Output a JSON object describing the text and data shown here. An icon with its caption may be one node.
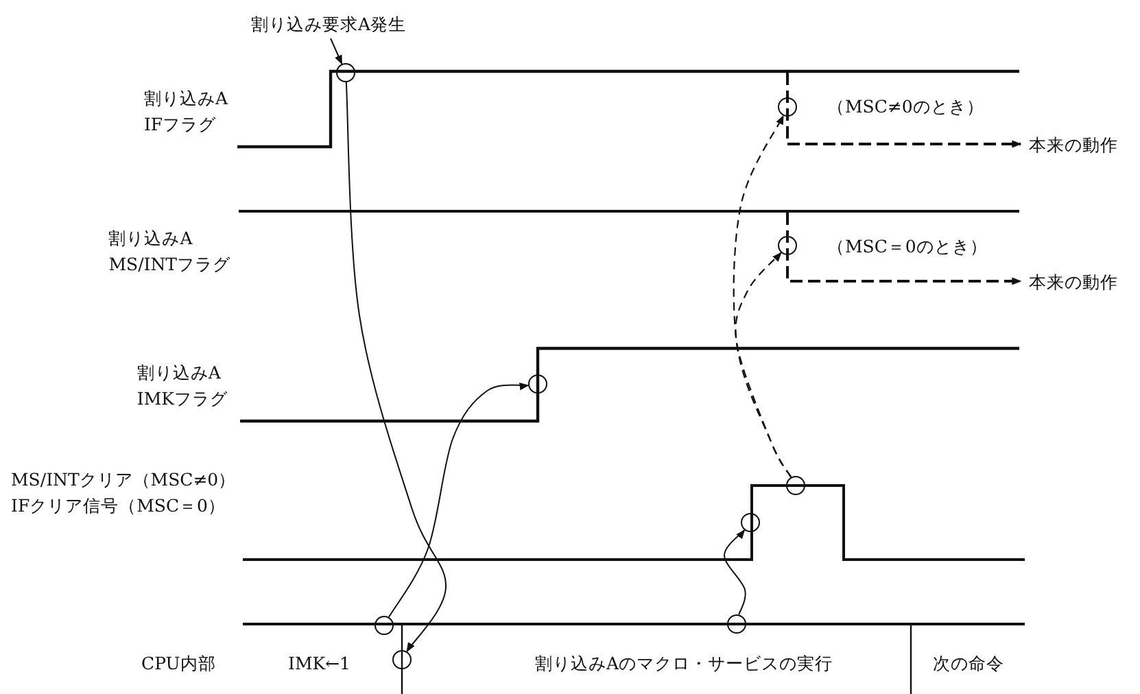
{
  "diagram": {
    "nodes": [
      {
        "text": [
          "割り込み要求A発生"
        ]
      },
      {
        "text": [],
        "shape": "circle"
      },
      {
        "text": [],
        "shape": "circle"
      },
      {
        "text": [],
        "shape": "circle"
      },
      {
        "text": [],
        "shape": "circle"
      },
      {
        "text": [],
        "shape": "circle"
      },
      {
        "text": [],
        "shape": "circle"
      },
      {
        "text": [],
        "shape": "circle"
      },
      {
        "text": [],
        "shape": "circle"
      },
      {
        "text": [],
        "shape": "circle"
      }
    ],
    "edges": [
      {
        "from": 0,
        "to": 1,
        "arrow": "to"
      },
      {
        "from": 1,
        "to": 8,
        "arrow": "to"
      },
      {
        "from": 7,
        "to": 4,
        "arrow": "to"
      },
      {
        "from": 9,
        "to": 6,
        "arrow": "to"
      },
      {
        "from": 5,
        "to": 2,
        "arrow": "to",
        "style": "dashed"
      },
      {
        "from": 5,
        "to": 3,
        "arrow": "to",
        "style": "dashed"
      }
    ],
    "labels": [
      "割り込みA IFフラグ",
      "（MSC≠0のとき）",
      "本来の動作",
      "割り込みA MS/INTフラグ",
      "（MSC＝0のとき）",
      "本来の動作",
      "割り込みA IMKフラグ",
      "MS/INTクリア（MSC≠0） IFクリア信号（MSC＝0）",
      "CPU内部",
      "IMK←1",
      "割り込みAのマクロ・サービスの実行",
      "次の命令"
    ]
  }
}
